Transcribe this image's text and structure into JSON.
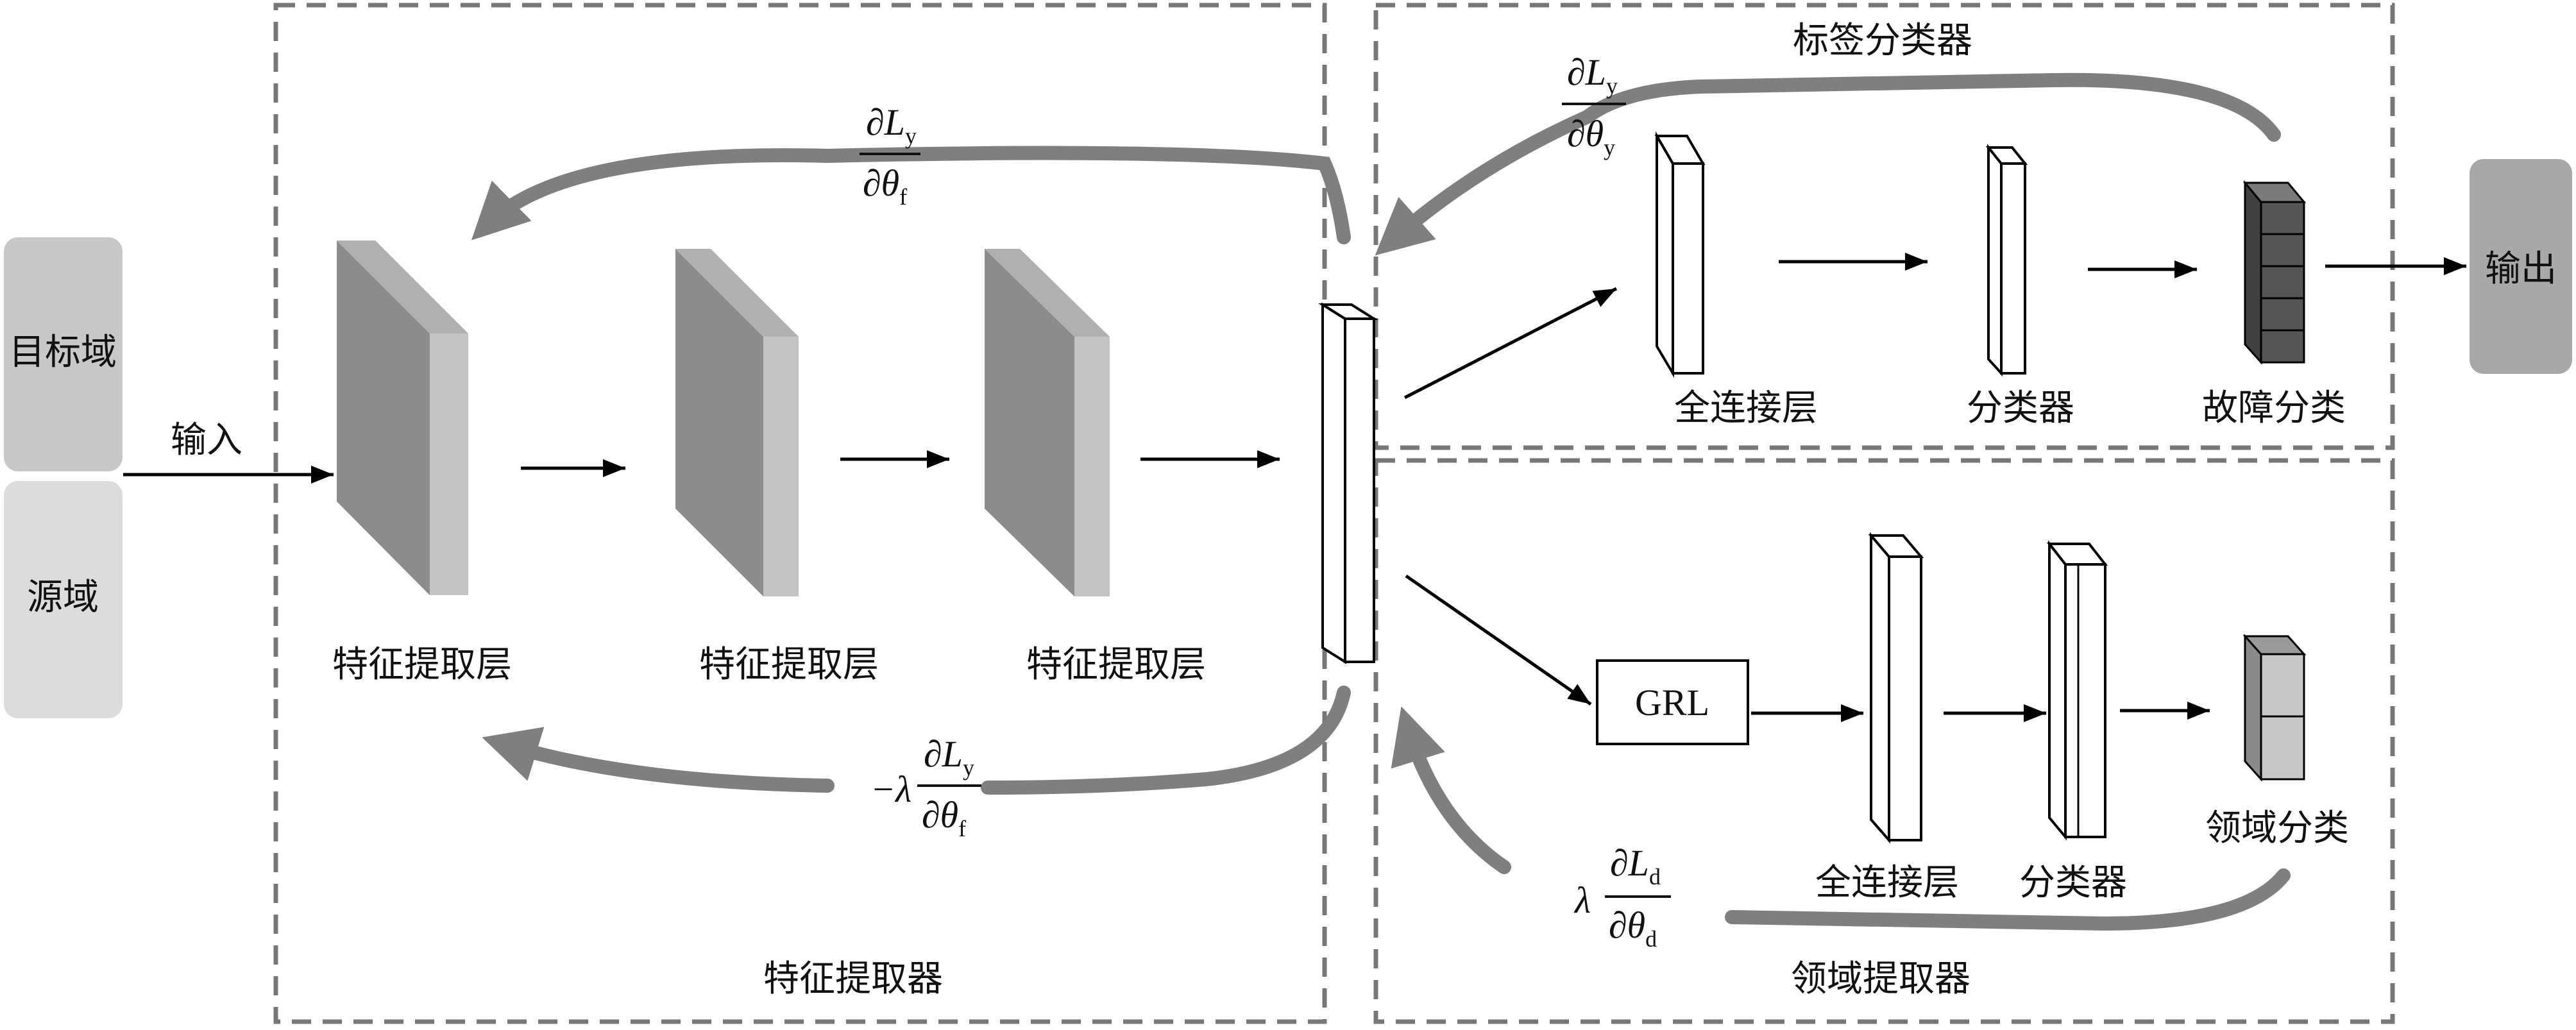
{
  "domains": {
    "target": "目标域",
    "source": "源域",
    "output": "输出"
  },
  "edges": {
    "input": "输入"
  },
  "feature_extractor": {
    "title": "特征提取器",
    "layers": [
      "特征提取层",
      "特征提取层",
      "特征提取层"
    ]
  },
  "label_classifier": {
    "title": "标签分类器",
    "fc": "全连接层",
    "classifier": "分类器",
    "result": "故障分类"
  },
  "domain_extractor": {
    "title": "领域提取器",
    "grl": "GRL",
    "fc": "全连接层",
    "classifier": "分类器",
    "result": "领域分类"
  },
  "gradients": {
    "top_feature": {
      "partial": "∂",
      "num": "L",
      "num_sub": "y",
      "den": "θ",
      "den_sub": "f"
    },
    "bottom_feature": {
      "coef": "−λ",
      "partial": "∂",
      "num": "L",
      "num_sub": "y",
      "den": "θ",
      "den_sub": "f"
    },
    "label": {
      "partial": "∂",
      "num": "L",
      "num_sub": "y",
      "den": "θ",
      "den_sub": "y"
    },
    "domain": {
      "coef": "λ",
      "partial": "∂",
      "num": "L",
      "num_sub": "d",
      "den": "θ",
      "den_sub": "d"
    }
  },
  "colors": {
    "target_box": "#c8c8c8",
    "source_box": "#dcdcdc",
    "output_box": "#a8a8a8",
    "layer_front": "#8c8c8c",
    "layer_side": "#c4c4c4",
    "gradient_arrow": "#7f7f7f",
    "dashed_border": "#777777"
  },
  "icons": [
    "fault-class-cube-icon",
    "domain-class-cube-icon"
  ]
}
